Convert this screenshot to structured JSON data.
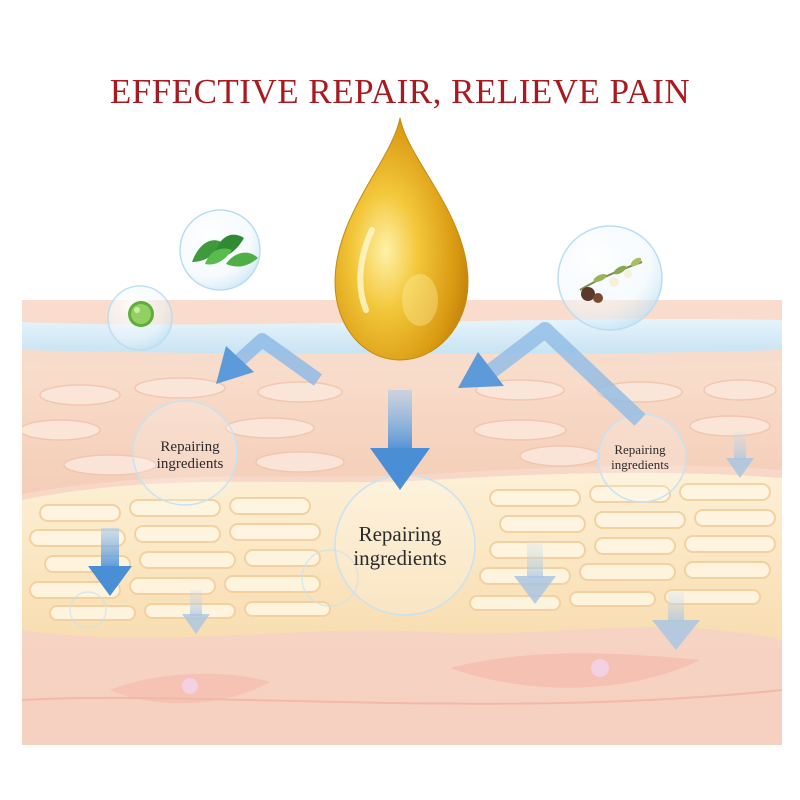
{
  "headline": "EFFECTIVE REPAIR, RELIEVE PAIN",
  "labels": {
    "left": [
      "Repairing",
      "ingredients"
    ],
    "center": [
      "Repairing",
      "ingredients"
    ],
    "right": [
      "Repairing",
      "ingredients"
    ]
  },
  "colors": {
    "headline": "#a81a1f",
    "oil_drop": "#e8b21c",
    "arrow": "#6fa8e0",
    "skin_surface": "#dff0fa",
    "epidermis": "#f6d3c1",
    "fat_layer": "#fbe7c2",
    "dermis": "#f8d6c8"
  },
  "icons": [
    "oil-drop-icon",
    "mint-leaves-icon",
    "lime-icon",
    "flower-herb-icon"
  ]
}
